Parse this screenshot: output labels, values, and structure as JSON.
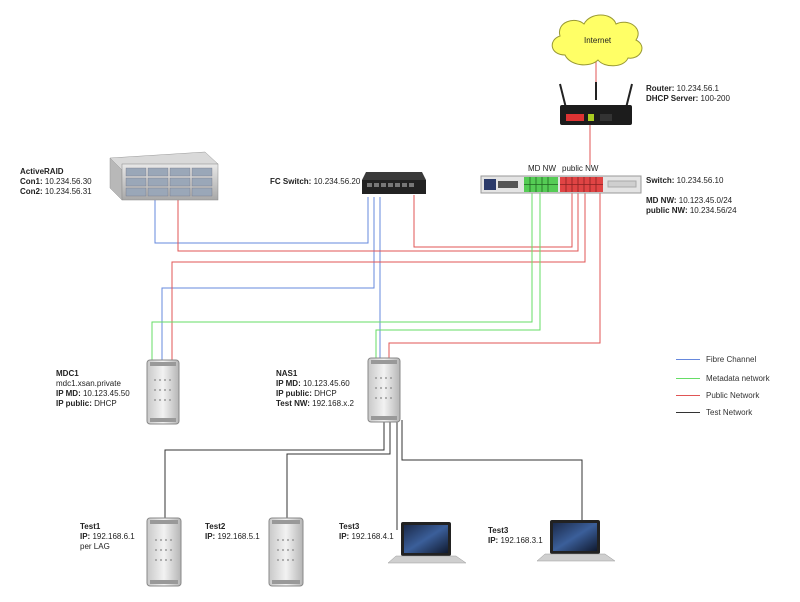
{
  "internet": {
    "label": "Internet"
  },
  "router": {
    "line1_key": "Router:",
    "line1_val": " 10.234.56.1",
    "line2_key": "DHCP Server:",
    "line2_val": " 100-200"
  },
  "switch": {
    "md_nw_tag": "MD NW",
    "public_nw_tag": "public NW",
    "line1_key": "Switch:",
    "line1_val": " 10.234.56.10",
    "line2_key": "MD NW:",
    "line2_val": " 10.123.45.0/24",
    "line3_key": "public NW:",
    "line3_val": " 10.234.56/24"
  },
  "fc_switch": {
    "key": "FC Switch:",
    "val": " 10.234.56.20"
  },
  "activeraid": {
    "title": "ActiveRAID",
    "line1_key": "Con1:",
    "line1_val": " 10.234.56.30",
    "line2_key": "Con2:",
    "line2_val": " 10.234.56.31"
  },
  "mdc1": {
    "title": "MDC1",
    "host": "mdc1.xsan.private",
    "line1_key": "IP MD:",
    "line1_val": " 10.123.45.50",
    "line2_key": "IP public:",
    "line2_val": " DHCP"
  },
  "nas1": {
    "title": "NAS1",
    "line1_key": "IP MD:",
    "line1_val": " 10.123.45.60",
    "line2_key": "IP public:",
    "line2_val": " DHCP",
    "line3_key": "Test NW:",
    "line3_val": " 192.168.x.2"
  },
  "test1": {
    "title": "Test1",
    "key": "IP:",
    "val": " 192.168.6.1",
    "extra": "per LAG"
  },
  "test2": {
    "title": "Test2",
    "key": "IP:",
    "val": " 192.168.5.1"
  },
  "test3a": {
    "title": "Test3",
    "key": "IP:",
    "val": " 192.168.4.1"
  },
  "test3b": {
    "title": "Test3",
    "key": "IP:",
    "val": " 192.168.3.1"
  },
  "legend": [
    {
      "label": "Fibre Channel",
      "color": "#6688dd"
    },
    {
      "label": "Metadata network",
      "color": "#66dd66"
    },
    {
      "label": "Public Network",
      "color": "#e05555"
    },
    {
      "label": "Test Network",
      "color": "#333333"
    }
  ],
  "colors": {
    "fibre": "#6688dd",
    "metadata": "#66dd66",
    "public": "#e05555",
    "test": "#333333",
    "cloud": "#ffff66"
  }
}
